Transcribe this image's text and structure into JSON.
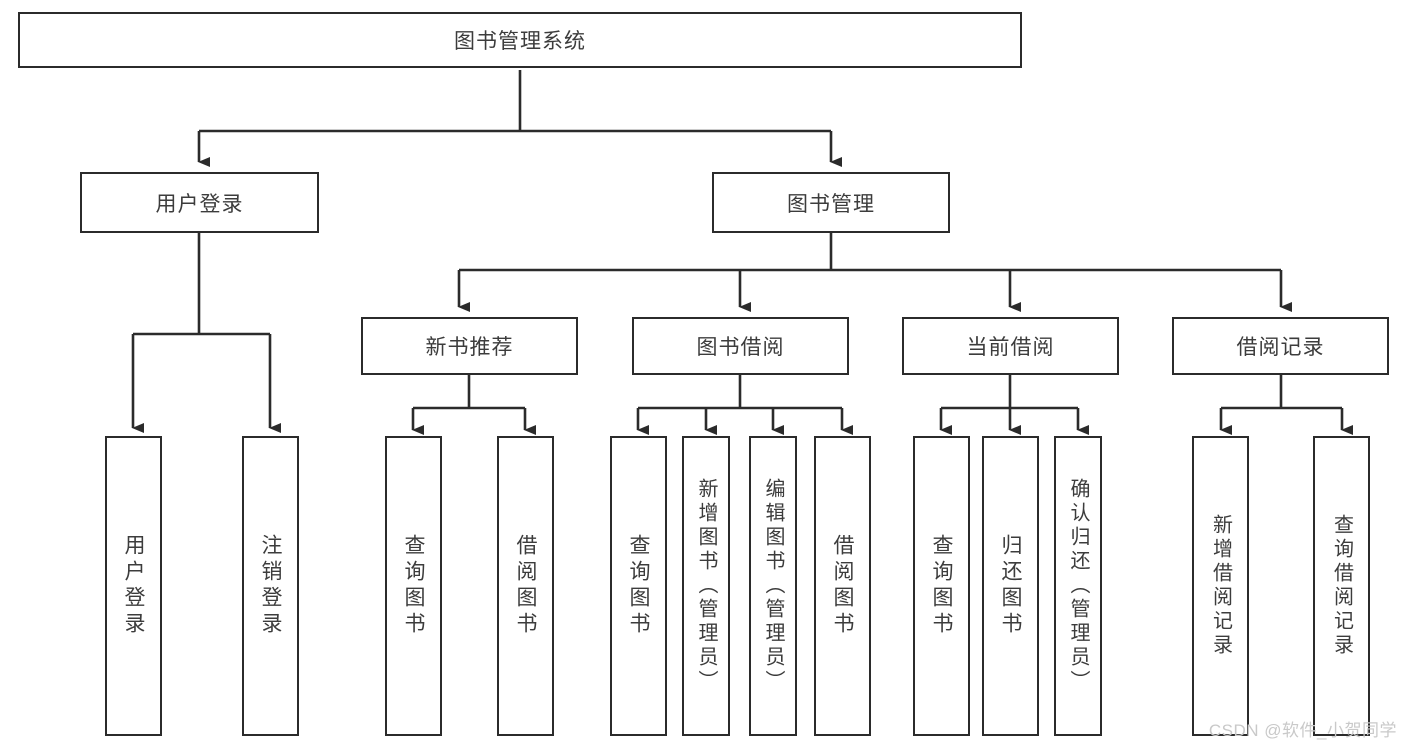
{
  "diagram": {
    "title": "图书管理系统",
    "type": "tree-hierarchy-diagram",
    "colors": {
      "border": "#2b2b2b",
      "text": "#3c3c3c",
      "background": "#ffffff",
      "watermark": "#c9c9c9"
    },
    "root": {
      "label": "图书管理系统"
    },
    "level2": [
      {
        "label": "用户登录"
      },
      {
        "label": "图书管理"
      }
    ],
    "level3": [
      {
        "label": "新书推荐"
      },
      {
        "label": "图书借阅"
      },
      {
        "label": "当前借阅"
      },
      {
        "label": "借阅记录"
      }
    ],
    "leaves": {
      "user_login": [
        {
          "label": "用户登录"
        },
        {
          "label": "注销登录"
        }
      ],
      "new_book_recommend": [
        {
          "label": "查询图书"
        },
        {
          "label": "借阅图书"
        }
      ],
      "book_borrow": [
        {
          "label": "查询图书"
        },
        {
          "label": "新增图书（管理员）"
        },
        {
          "label": "编辑图书（管理员）"
        },
        {
          "label": "借阅图书"
        }
      ],
      "current_borrow": [
        {
          "label": "查询图书"
        },
        {
          "label": "归还图书"
        },
        {
          "label": "确认归还（管理员）"
        }
      ],
      "borrow_record": [
        {
          "label": "新增借阅记录"
        },
        {
          "label": "查询借阅记录"
        }
      ]
    }
  },
  "watermark": {
    "text": "CSDN @软件_小贺同学"
  }
}
